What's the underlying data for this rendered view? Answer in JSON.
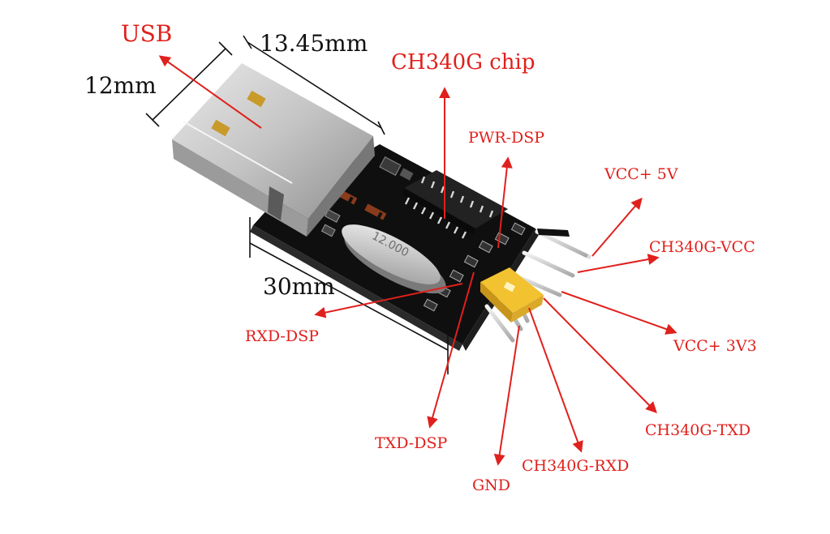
{
  "labels": {
    "usb": "USB",
    "width_12": "12mm",
    "length_1345": "13.45mm",
    "chip": "CH340G chip",
    "pwr_dsp": "PWR-DSP",
    "vcc_5v": "VCC+ 5V",
    "ch340g_vcc": "CH340G-VCC",
    "vcc_3v3": "VCC+ 3V3",
    "ch340g_txd": "CH340G-TXD",
    "ch340g_rxd": "CH340G-RXD",
    "gnd": "GND",
    "txd_dsp": "TXD-DSP",
    "rxd_dsp": "RXD-DSP",
    "len_30": "30mm"
  },
  "crystal_marking": "12.000",
  "colors": {
    "label_red": "#e0201c",
    "dimension_black": "#111111",
    "pcb": "#161616",
    "usb_metal": "#c9c9c9",
    "jumper": "#f2c230"
  }
}
